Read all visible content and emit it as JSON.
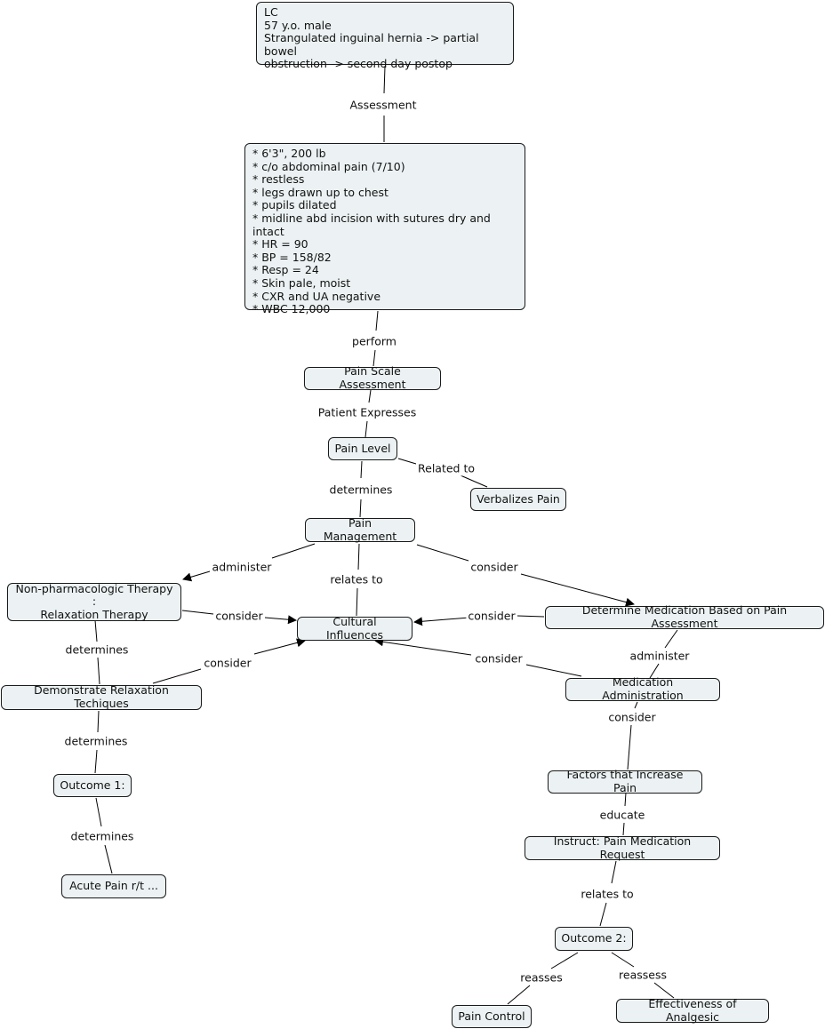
{
  "nodes": {
    "patient": "LC\n57 y.o. male\nStrangulated inguinal hernia -> partial bowel\nobstruction -> second day postop",
    "assessment_data": "* 6'3\", 200 lb\n* c/o abdominal pain (7/10)\n* restless\n* legs drawn up to chest\n* pupils dilated\n* midline abd incision with sutures dry and intact\n* HR = 90\n* BP = 158/82\n* Resp = 24\n* Skin pale, moist\n* CXR and UA negative\n* WBC 12,000",
    "pain_scale": "Pain Scale Assessment",
    "pain_level": "Pain Level",
    "verbalizes_pain": "Verbalizes Pain",
    "pain_management": "Pain Management",
    "non_pharm": "Non-pharmacologic Therapy :\nRelaxation Therapy",
    "cultural": "Cultural Influences",
    "determine_med": "Determine Medication Based on Pain Assessment",
    "demonstrate": "Demonstrate Relaxation Techiques",
    "med_admin": "Medication Administration",
    "outcome1": "Outcome 1:",
    "factors": "Factors that Increase Pain",
    "instruct": "Instruct: Pain Medication Request",
    "acute_pain": "Acute Pain r/t ...",
    "outcome2": "Outcome 2:",
    "pain_control": "Pain Control",
    "effectiveness": "Effectiveness of Analgesic"
  },
  "links": {
    "assessment": "Assessment",
    "perform": "perform",
    "patient_expresses": "Patient Expresses",
    "related_to": "Related to",
    "determines_1": "determines",
    "administer_1": "administer",
    "relates_to_1": "relates to",
    "consider_1": "consider",
    "consider_2": "consider",
    "consider_3": "consider",
    "determines_2": "determines",
    "consider_4": "consider",
    "consider_5": "consider",
    "administer_2": "administer",
    "determines_3": "determines",
    "consider_6": "consider",
    "determines_4": "determines",
    "educate": "educate",
    "relates_to_2": "relates to",
    "reasses": "reasses",
    "reassess": "reassess"
  }
}
